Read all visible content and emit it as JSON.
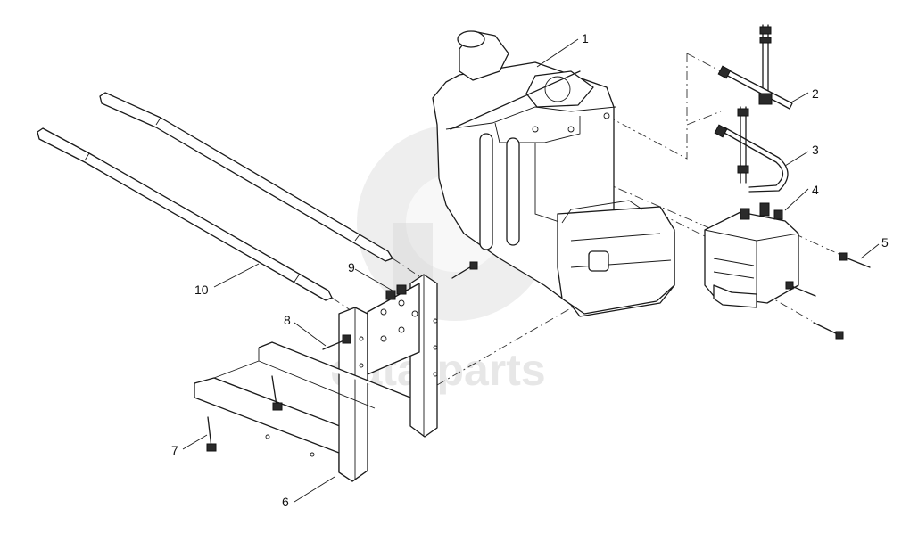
{
  "watermark": {
    "text": "data-parts"
  },
  "callouts": [
    {
      "id": "1",
      "label": "1"
    },
    {
      "id": "2",
      "label": "2"
    },
    {
      "id": "3",
      "label": "3"
    },
    {
      "id": "4",
      "label": "4"
    },
    {
      "id": "5",
      "label": "5"
    },
    {
      "id": "6",
      "label": "6"
    },
    {
      "id": "7",
      "label": "7"
    },
    {
      "id": "8",
      "label": "8"
    },
    {
      "id": "9",
      "label": "9"
    },
    {
      "id": "10",
      "label": "10"
    }
  ]
}
